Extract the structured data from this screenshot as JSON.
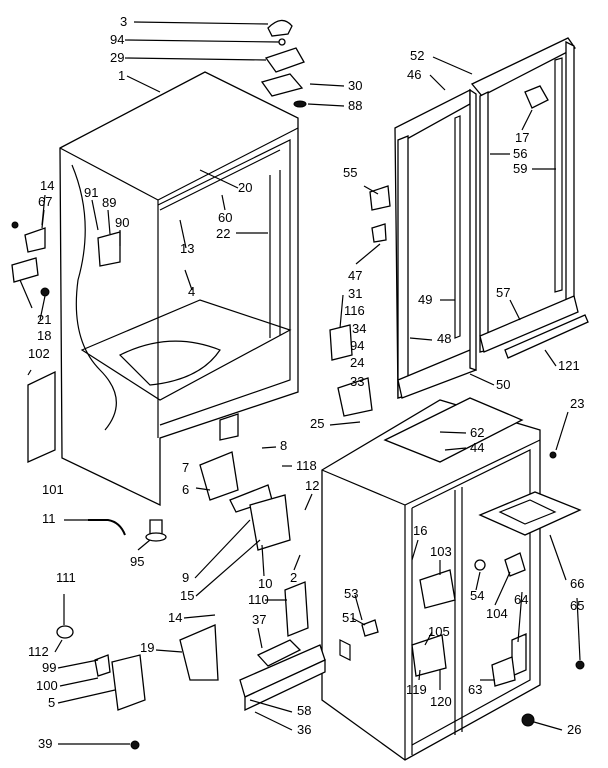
{
  "labels": [
    {
      "id": "3",
      "text": "3"
    },
    {
      "id": "94a",
      "text": "94"
    },
    {
      "id": "29",
      "text": "29"
    },
    {
      "id": "1",
      "text": "1"
    },
    {
      "id": "30",
      "text": "30"
    },
    {
      "id": "88",
      "text": "88"
    },
    {
      "id": "52",
      "text": "52"
    },
    {
      "id": "46",
      "text": "46"
    },
    {
      "id": "17",
      "text": "17"
    },
    {
      "id": "56",
      "text": "56"
    },
    {
      "id": "59",
      "text": "59"
    },
    {
      "id": "55",
      "text": "55"
    },
    {
      "id": "14a",
      "text": "14"
    },
    {
      "id": "67",
      "text": "67"
    },
    {
      "id": "91",
      "text": "91"
    },
    {
      "id": "89",
      "text": "89"
    },
    {
      "id": "90",
      "text": "90"
    },
    {
      "id": "20",
      "text": "20"
    },
    {
      "id": "60",
      "text": "60"
    },
    {
      "id": "22",
      "text": "22"
    },
    {
      "id": "13",
      "text": "13"
    },
    {
      "id": "4",
      "text": "4"
    },
    {
      "id": "47",
      "text": "47"
    },
    {
      "id": "31",
      "text": "31"
    },
    {
      "id": "116",
      "text": "116"
    },
    {
      "id": "34",
      "text": "34"
    },
    {
      "id": "94b",
      "text": "94"
    },
    {
      "id": "24",
      "text": "24"
    },
    {
      "id": "33",
      "text": "33"
    },
    {
      "id": "49",
      "text": "49"
    },
    {
      "id": "57",
      "text": "57"
    },
    {
      "id": "48",
      "text": "48"
    },
    {
      "id": "21",
      "text": "21"
    },
    {
      "id": "18",
      "text": "18"
    },
    {
      "id": "102",
      "text": "102"
    },
    {
      "id": "121",
      "text": "121"
    },
    {
      "id": "50",
      "text": "50"
    },
    {
      "id": "25",
      "text": "25"
    },
    {
      "id": "23",
      "text": "23"
    },
    {
      "id": "62",
      "text": "62"
    },
    {
      "id": "44",
      "text": "44"
    },
    {
      "id": "8",
      "text": "8"
    },
    {
      "id": "7",
      "text": "7"
    },
    {
      "id": "118",
      "text": "118"
    },
    {
      "id": "6",
      "text": "6"
    },
    {
      "id": "12",
      "text": "12"
    },
    {
      "id": "101",
      "text": "101"
    },
    {
      "id": "11",
      "text": "11"
    },
    {
      "id": "16",
      "text": "16"
    },
    {
      "id": "103",
      "text": "103"
    },
    {
      "id": "66",
      "text": "66"
    },
    {
      "id": "95",
      "text": "95"
    },
    {
      "id": "9",
      "text": "9"
    },
    {
      "id": "15",
      "text": "15"
    },
    {
      "id": "10",
      "text": "10"
    },
    {
      "id": "2",
      "text": "2"
    },
    {
      "id": "53",
      "text": "53"
    },
    {
      "id": "54",
      "text": "54"
    },
    {
      "id": "104",
      "text": "104"
    },
    {
      "id": "64",
      "text": "64"
    },
    {
      "id": "65",
      "text": "65"
    },
    {
      "id": "111",
      "text": "111"
    },
    {
      "id": "110",
      "text": "110"
    },
    {
      "id": "14b",
      "text": "14"
    },
    {
      "id": "51",
      "text": "51"
    },
    {
      "id": "37",
      "text": "37"
    },
    {
      "id": "105",
      "text": "105"
    },
    {
      "id": "19",
      "text": "19"
    },
    {
      "id": "112",
      "text": "112"
    },
    {
      "id": "99",
      "text": "99"
    },
    {
      "id": "100",
      "text": "100"
    },
    {
      "id": "5",
      "text": "5"
    },
    {
      "id": "39",
      "text": "39"
    },
    {
      "id": "119",
      "text": "119"
    },
    {
      "id": "120",
      "text": "120"
    },
    {
      "id": "63",
      "text": "63"
    },
    {
      "id": "58",
      "text": "58"
    },
    {
      "id": "36",
      "text": "36"
    },
    {
      "id": "26",
      "text": "26"
    }
  ]
}
